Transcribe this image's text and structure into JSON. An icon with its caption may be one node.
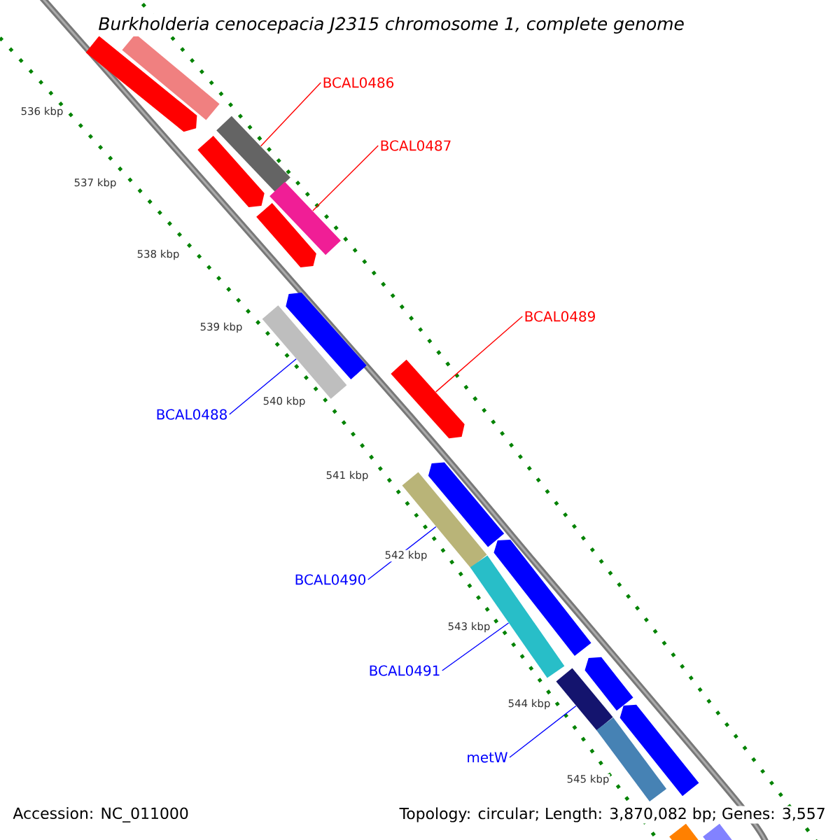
{
  "diagram": {
    "title": "Burkholderia cenocepacia J2315 chromosome 1, complete genome",
    "nodes": [
      {
        "text": [
          "BCAL0486"
        ]
      },
      {
        "text": [
          "BCAL0487"
        ]
      },
      {
        "text": [
          "BCAL0489"
        ]
      },
      {
        "text": [
          "BCAL0488"
        ]
      },
      {
        "text": [
          "BCAL0490"
        ]
      },
      {
        "text": [
          "BCAL0491"
        ]
      },
      {
        "text": [
          "metW"
        ]
      },
      {
        "text": [],
        "shape": "bar"
      },
      {
        "text": [],
        "shape": "arrow"
      },
      {
        "text": [],
        "shape": "bar"
      },
      {
        "text": [],
        "shape": "arrow"
      },
      {
        "text": [],
        "shape": "bar"
      },
      {
        "text": [],
        "shape": "arrow"
      },
      {
        "text": [],
        "shape": "arrow"
      },
      {
        "text": [],
        "shape": "bar"
      },
      {
        "text": [],
        "shape": "arrow"
      },
      {
        "text": [],
        "shape": "arrow"
      },
      {
        "text": [],
        "shape": "bar"
      },
      {
        "text": [],
        "shape": "arrow"
      },
      {
        "text": [],
        "shape": "bar"
      },
      {
        "text": [],
        "shape": "arrow"
      },
      {
        "text": [],
        "shape": "bar"
      },
      {
        "text": [],
        "shape": "arrow"
      },
      {
        "text": [],
        "shape": "bar"
      },
      {
        "text": [],
        "shape": "bar"
      },
      {
        "text": [],
        "shape": "bar"
      }
    ],
    "edges": [
      {
        "from": 0,
        "to": 9,
        "arrow": "none",
        "color": "#ff0000"
      },
      {
        "from": 1,
        "to": 11,
        "arrow": "none",
        "color": "#ff0000"
      },
      {
        "from": 2,
        "to": 15,
        "arrow": "none",
        "color": "#ff0000"
      },
      {
        "from": 3,
        "to": 14,
        "arrow": "none"
      },
      {
        "from": 4,
        "to": 17,
        "arrow": "none"
      },
      {
        "from": 5,
        "to": 19,
        "arrow": "none"
      },
      {
        "from": 6,
        "to": 21,
        "arrow": "none"
      }
    ],
    "labels": [
      "536 kbp",
      "537 kbp",
      "538 kbp",
      "539 kbp",
      "540 kbp",
      "541 kbp",
      "542 kbp",
      "543 kbp",
      "544 kbp",
      "545 kbp",
      "Accession: NC_011000",
      "Topology: circular; Length: 3,870,082 bp; Genes: 3,557"
    ]
  }
}
